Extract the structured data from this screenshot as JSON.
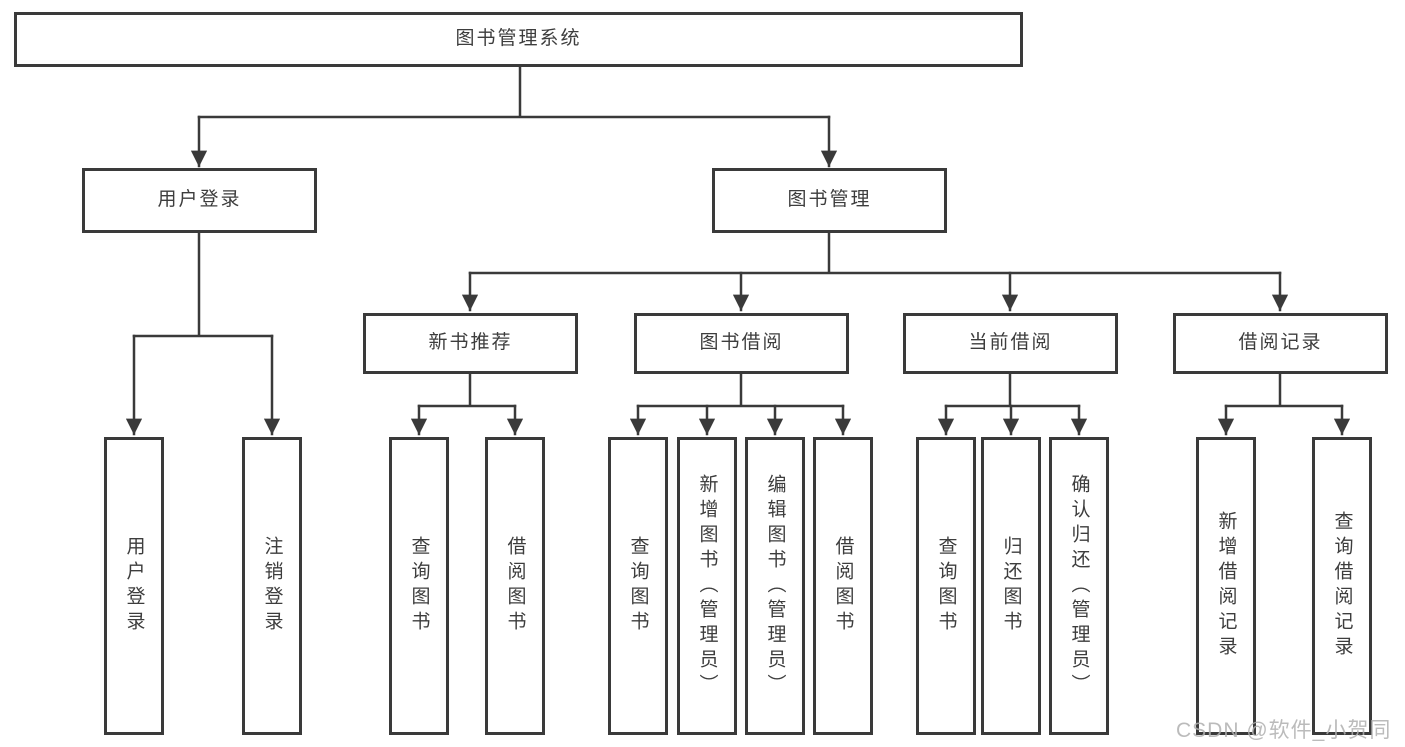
{
  "colors": {
    "line": "#3a3a3a",
    "text": "#3d3d3d",
    "box_bg": "#ffffff",
    "watermark": "#b0b0b0"
  },
  "diagram": {
    "root": {
      "label": "图书管理系统"
    },
    "branches": [
      {
        "label": "用户登录",
        "leaves": [
          {
            "label": "用户登录"
          },
          {
            "label": "注销登录"
          }
        ]
      },
      {
        "label": "图书管理",
        "sections": [
          {
            "label": "新书推荐",
            "leaves": [
              {
                "label": "查询图书"
              },
              {
                "label": "借阅图书"
              }
            ]
          },
          {
            "label": "图书借阅",
            "leaves": [
              {
                "label": "查询图书"
              },
              {
                "label": "新增图书（管理员）"
              },
              {
                "label": "编辑图书（管理员）"
              },
              {
                "label": "借阅图书"
              }
            ]
          },
          {
            "label": "当前借阅",
            "leaves": [
              {
                "label": "查询图书"
              },
              {
                "label": "归还图书"
              },
              {
                "label": "确认归还（管理员）"
              }
            ]
          },
          {
            "label": "借阅记录",
            "leaves": [
              {
                "label": "新增借阅记录"
              },
              {
                "label": "查询借阅记录"
              }
            ]
          }
        ]
      }
    ]
  },
  "watermark": {
    "text": "CSDN @软件_小贺同学"
  }
}
